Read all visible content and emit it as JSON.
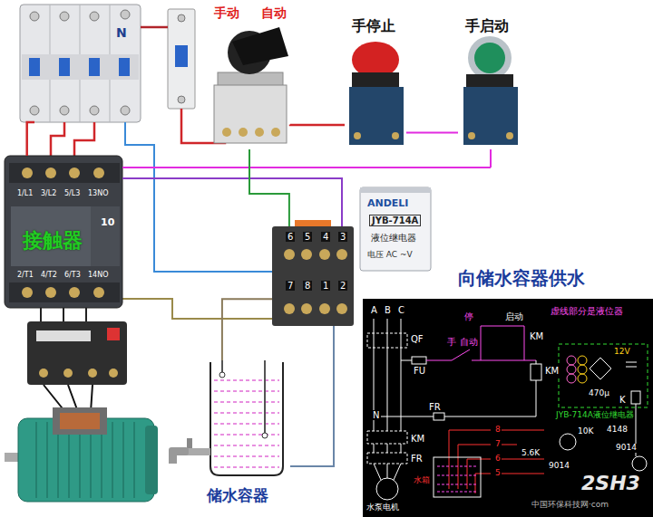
{
  "diagram": {
    "title": "向储水容器供水",
    "nodes": [
      {
        "text": [
          "N"
        ]
      },
      {
        "text": [
          "手动",
          "自动"
        ]
      },
      {
        "text": [
          "手停止"
        ]
      },
      {
        "text": [
          "手启动"
        ]
      },
      {
        "text": [
          "1/L1",
          "3/L2",
          "5/L3",
          "13NO",
          "10",
          "接触器",
          "2/T1",
          "4/T2",
          "6/T3",
          "14NO"
        ]
      },
      {
        "text": [
          "ANDELI",
          "JYB-714A",
          "液位继电器",
          "电压 AC ~V"
        ]
      },
      {
        "text": [
          "6",
          "5",
          "4",
          "3",
          "7",
          "8",
          "1",
          "2"
        ]
      },
      {
        "text": [
          "储水容器"
        ]
      }
    ],
    "edges": [
      {
        "from": 0,
        "to": 4,
        "arrow": "none"
      },
      {
        "from": 1,
        "to": 2,
        "arrow": "none"
      },
      {
        "from": 2,
        "to": 3,
        "arrow": "none"
      },
      {
        "from": 3,
        "to": 4,
        "arrow": "none"
      },
      {
        "from": 6,
        "to": 4,
        "arrow": "none"
      },
      {
        "from": 6,
        "to": 1,
        "arrow": "none"
      },
      {
        "from": 6,
        "to": 7,
        "arrow": "none"
      },
      {
        "from": 6,
        "to": 7,
        "arrow": "none"
      }
    ],
    "labels": [
      "A",
      "B",
      "C",
      "QF",
      "FU",
      "手",
      "自动",
      "停",
      "启动",
      "虚线部分是液位器",
      "KM",
      "KM",
      "12V",
      "470μ",
      "N",
      "FR",
      "JYB-714A液位继电器",
      "K",
      "4148",
      "10K",
      "KM",
      "FR",
      "8",
      "7",
      "6",
      "5",
      "5.6K",
      "9014",
      "9014",
      "水泵电机",
      "水箱",
      "2SH3",
      "中国环保科技网·com"
    ]
  }
}
